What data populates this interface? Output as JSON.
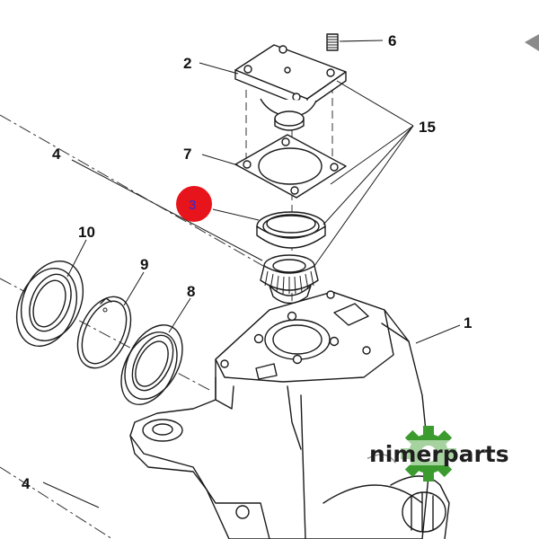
{
  "labels": {
    "part_1": "1",
    "part_2": "2",
    "part_3": "3",
    "part_4_upper": "4",
    "part_4_lower": "4",
    "part_6": "6",
    "part_7": "7",
    "part_8": "8",
    "part_9": "9",
    "part_10": "10",
    "part_15": "15"
  },
  "highlight": {
    "selected_part": "3",
    "marker_color": "#e8141c",
    "text_color": "#2a2ad8"
  },
  "watermark": {
    "brand": "nimerparts",
    "icon": "gear-icon",
    "gear_color": "#3b9b2e"
  },
  "nav": {
    "icon": "arrow-left-icon"
  }
}
